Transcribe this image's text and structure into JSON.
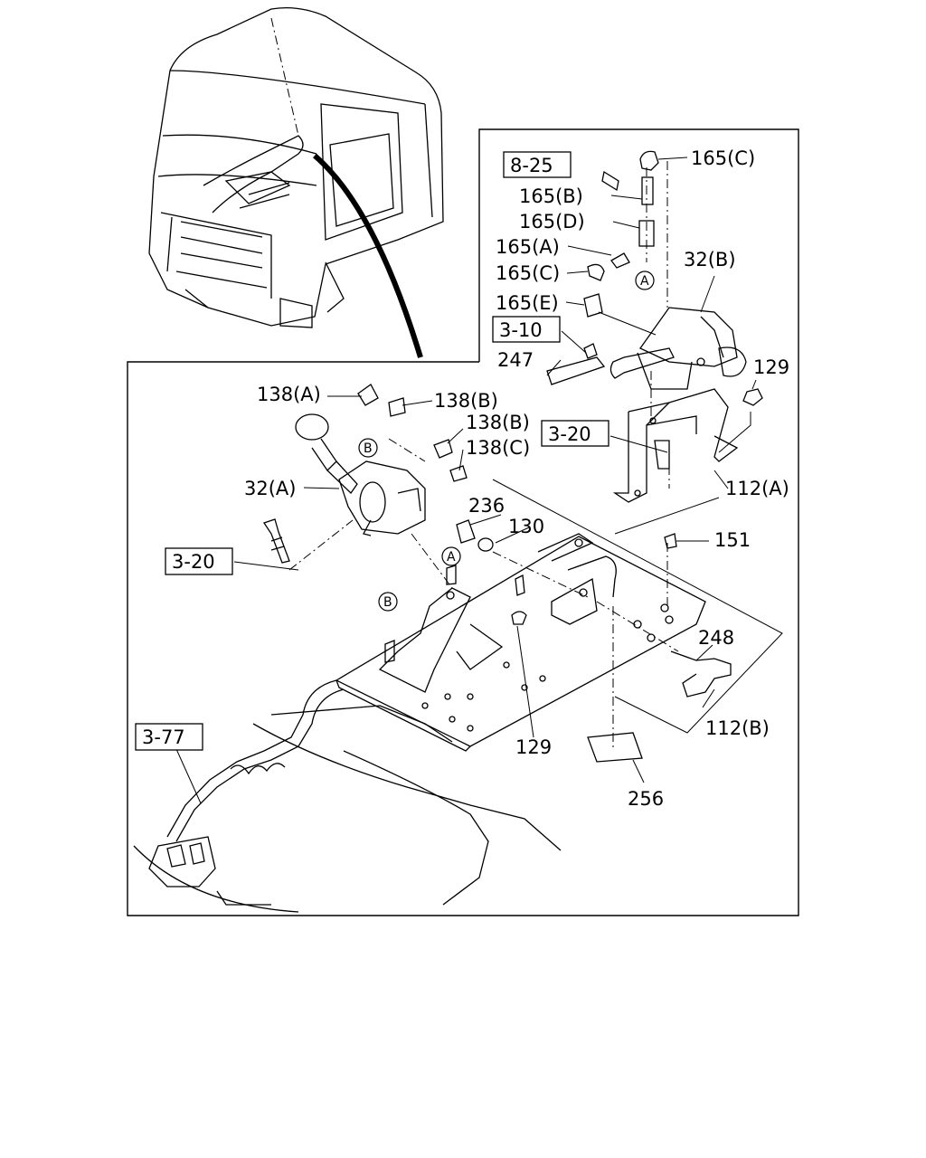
{
  "diagram": {
    "part_labels": {
      "p165c_top": "165(C)",
      "p165b": "165(B)",
      "p165d": "165(D)",
      "p165a": "165(A)",
      "p165c": "165(C)",
      "p165e": "165(E)",
      "p32b": "32(B)",
      "p247": "247",
      "p129_top": "129",
      "p112a": "112(A)",
      "p138a": "138(A)",
      "p138b_1": "138(B)",
      "p138b_2": "138(B)",
      "p138c": "138(C)",
      "p32a": "32(A)",
      "p236": "236",
      "p130": "130",
      "p151": "151",
      "p248": "248",
      "p112b": "112(B)",
      "p129_bottom": "129",
      "p256": "256"
    },
    "ref_boxes": {
      "r8_25": "8-25",
      "r3_10": "3-10",
      "r3_20_right": "3-20",
      "r3_20_left": "3-20",
      "r3_77": "3-77"
    },
    "connectors": {
      "a_top": "A",
      "b_upper": "B",
      "a_lower": "A",
      "b_lower": "B"
    }
  }
}
